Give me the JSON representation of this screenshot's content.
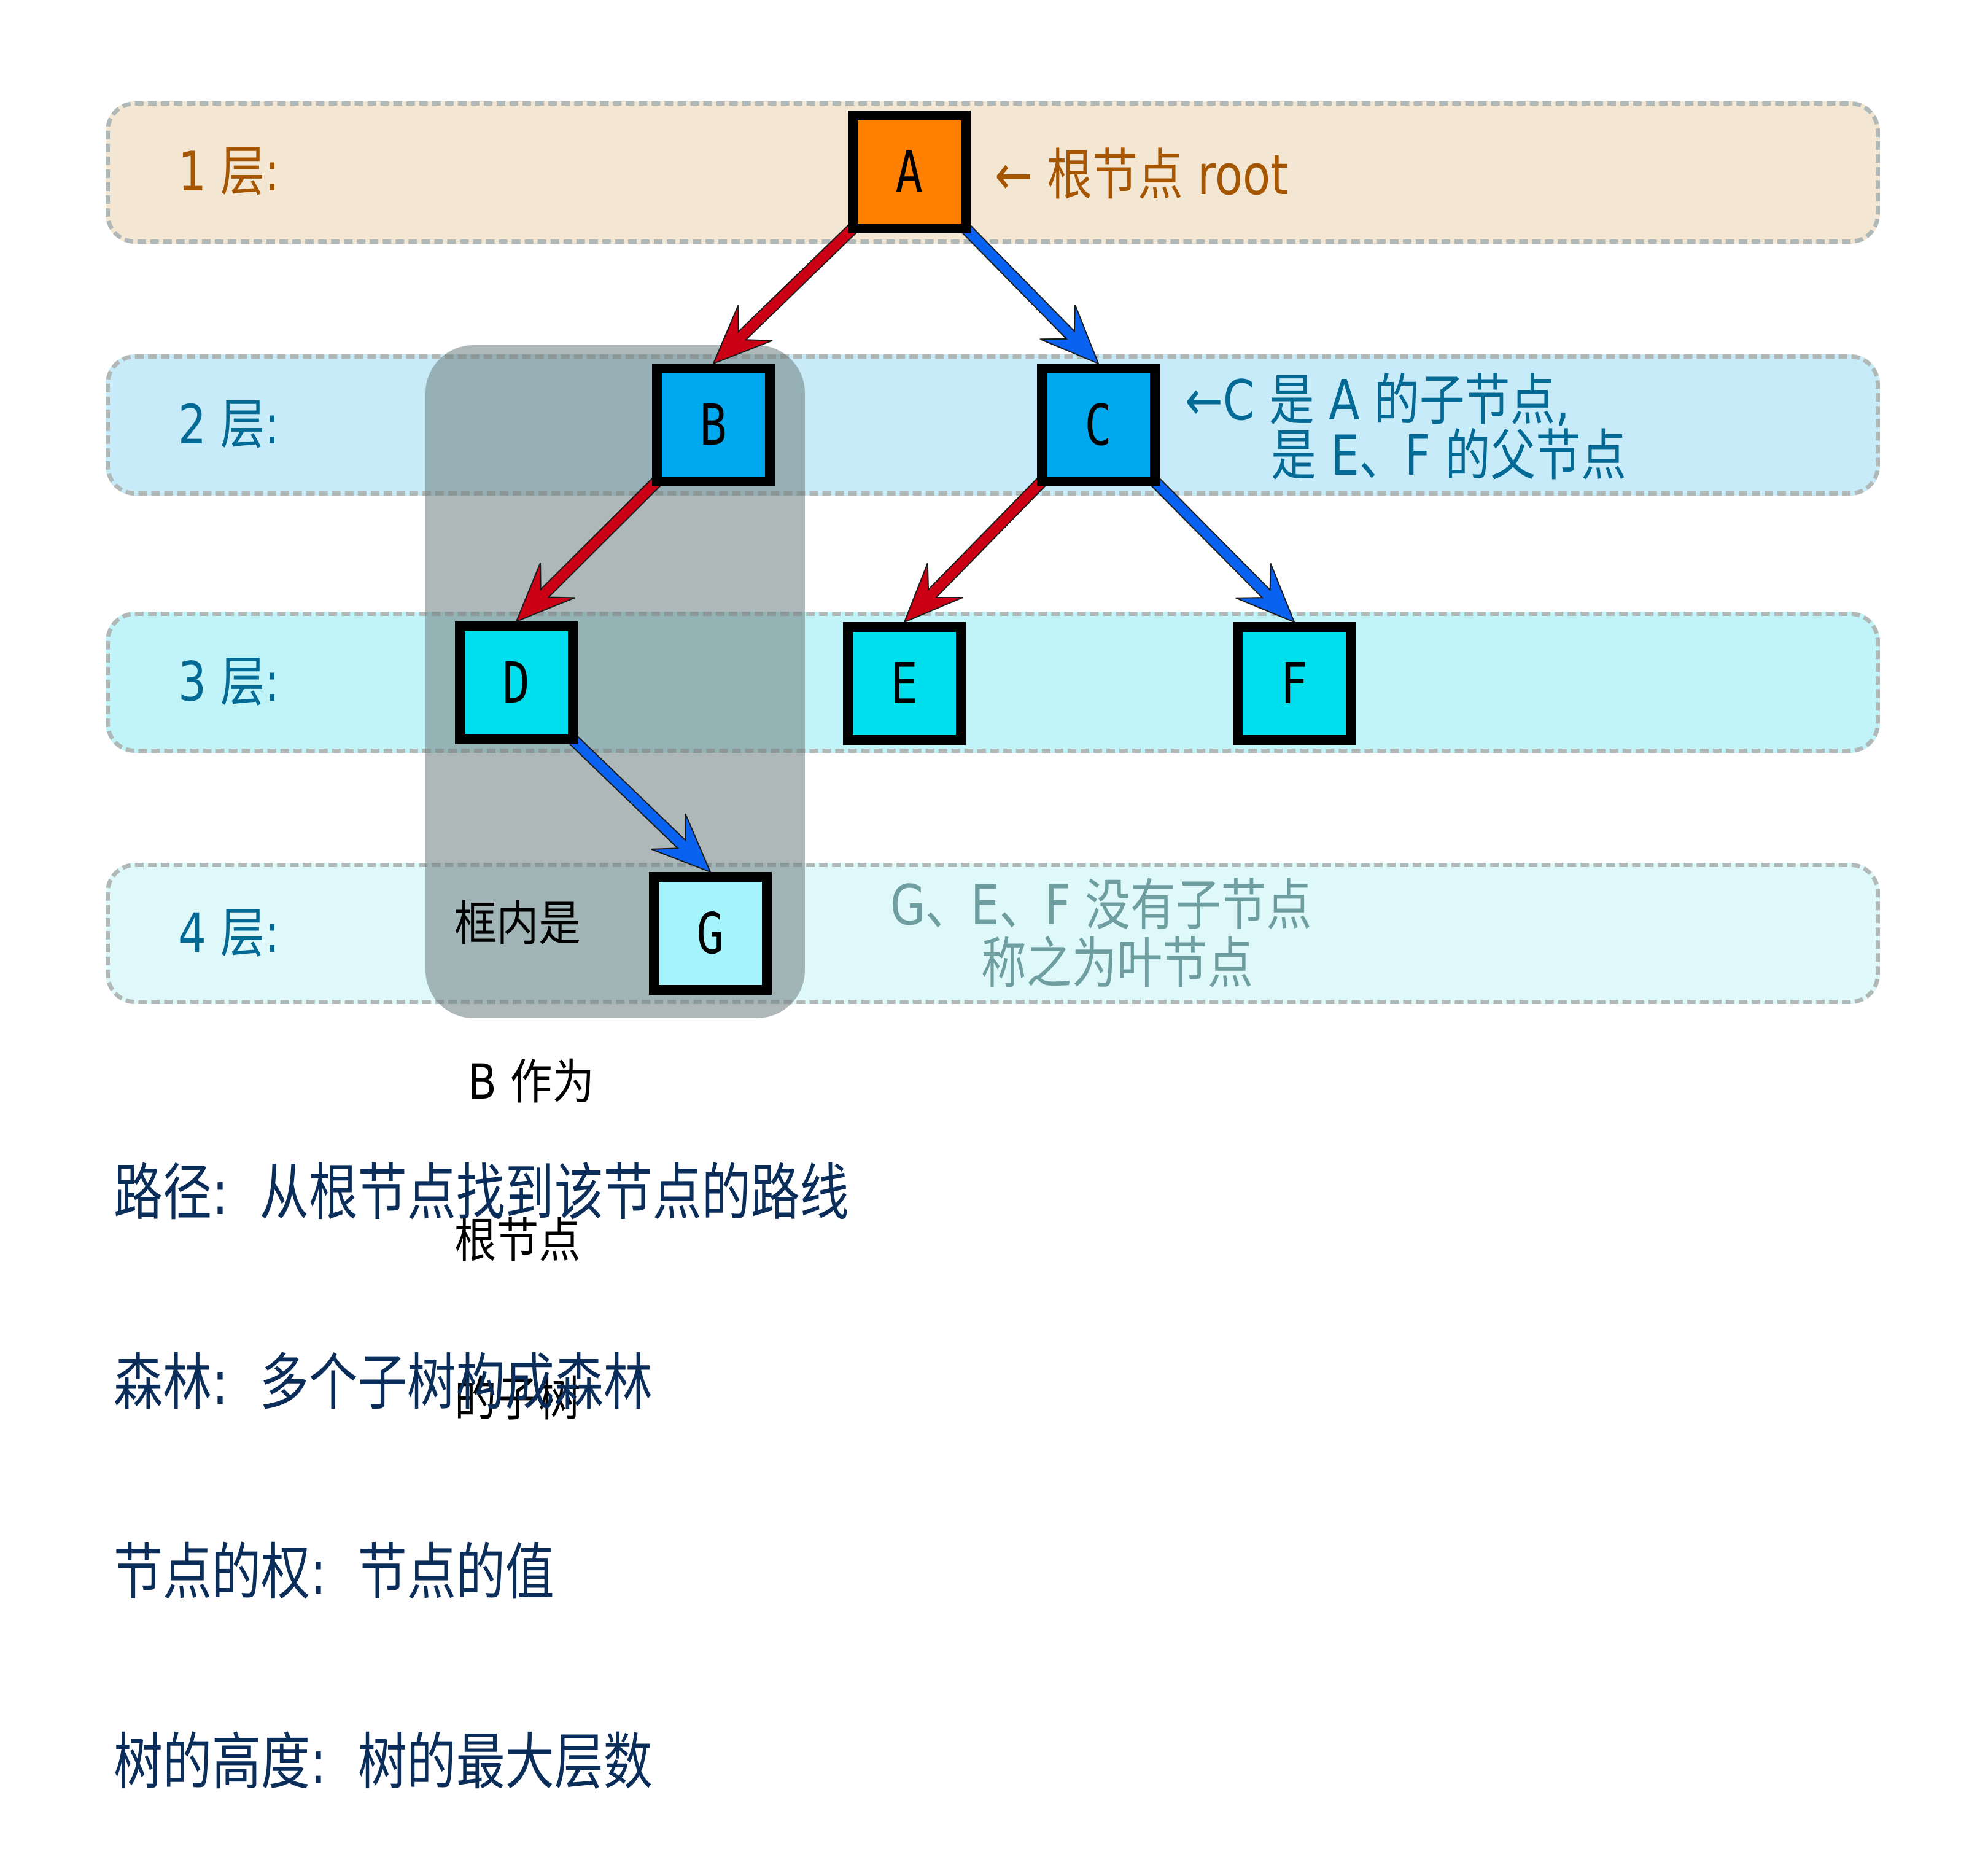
{
  "layers": [
    {
      "label": "1 层:",
      "color": "#a65500"
    },
    {
      "label": "2 层:",
      "color": "#036a96"
    },
    {
      "label": "3 层:",
      "color": "#036a96"
    },
    {
      "label": "4 层:",
      "color": "#036a96"
    }
  ],
  "nodes": {
    "A": {
      "label": "A",
      "fill": "#ff8000",
      "layer": 1
    },
    "B": {
      "label": "B",
      "fill": "#00a9ee",
      "layer": 2
    },
    "C": {
      "label": "C",
      "fill": "#00a9ee",
      "layer": 2
    },
    "D": {
      "label": "D",
      "fill": "#00dfee",
      "layer": 3
    },
    "E": {
      "label": "E",
      "fill": "#00dfee",
      "layer": 3
    },
    "F": {
      "label": "F",
      "fill": "#00dfee",
      "layer": 3
    },
    "G": {
      "label": "G",
      "fill": "#a6f4fb",
      "layer": 4
    }
  },
  "edges": [
    {
      "from": "A",
      "to": "B",
      "side": "left",
      "color": "#cc0014"
    },
    {
      "from": "A",
      "to": "C",
      "side": "right",
      "color": "#0a62f0"
    },
    {
      "from": "B",
      "to": "D",
      "side": "left",
      "color": "#cc0014"
    },
    {
      "from": "C",
      "to": "E",
      "side": "left",
      "color": "#cc0014"
    },
    {
      "from": "C",
      "to": "F",
      "side": "right",
      "color": "#0a62f0"
    },
    {
      "from": "D",
      "to": "G",
      "side": "right",
      "color": "#0a62f0"
    }
  ],
  "annotations": {
    "root": {
      "text": "← 根节点 root",
      "color": "#a65500"
    },
    "child_parent": {
      "line1": "←C 是 A 的子节点,",
      "line2": "是 E、F 的父节点",
      "color": "#036a96"
    },
    "leaf": {
      "line1": "G、E、F 没有子节点",
      "line2": "称之为叶节点",
      "color": "#6f9ea0"
    },
    "subtree": {
      "line1": "框内是",
      "line2": " B 作为",
      "line3": "根节点",
      "line4": "的子树"
    }
  },
  "definitions": [
    "路径:  从根节点找到该节点的路线",
    "森林:  多个子树构成森林",
    "节点的权:  节点的值",
    "树的高度:  树的最大层数"
  ]
}
